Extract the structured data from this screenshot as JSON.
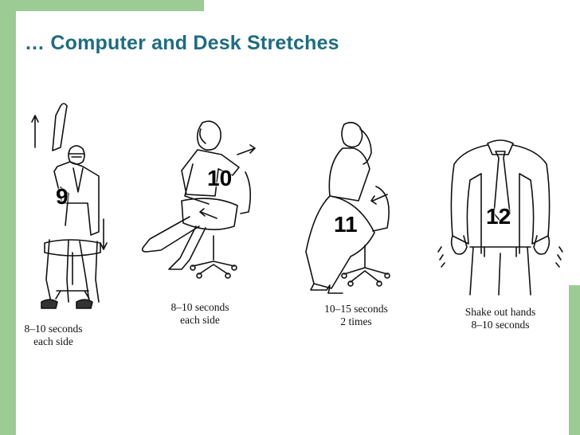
{
  "slide": {
    "title": "… Computer and Desk Stretches"
  },
  "stretches": [
    {
      "number": "9",
      "caption_line1": "8–10 seconds",
      "caption_line2": "each side"
    },
    {
      "number": "10",
      "caption_line1": "8–10 seconds",
      "caption_line2": "each side"
    },
    {
      "number": "11",
      "caption_line1": "10–15 seconds",
      "caption_line2": "2 times"
    },
    {
      "number": "12",
      "caption_line1": "Shake out hands",
      "caption_line2": "8–10 seconds"
    }
  ],
  "colors": {
    "accent_bar": "#9ccb94",
    "title": "#1f6c80"
  }
}
